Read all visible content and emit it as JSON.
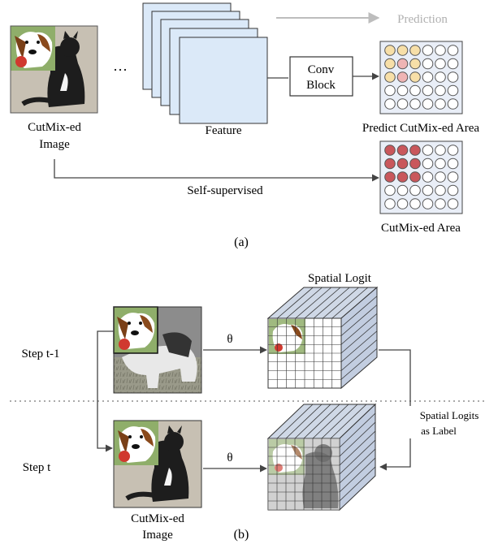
{
  "part_a": {
    "input_label_line1": "CutMix-ed",
    "input_label_line2": "Image",
    "ellipsis": "···",
    "feature_label": "Feature",
    "conv_block_line1": "Conv",
    "conv_block_line2": "Block",
    "prediction_label": "Prediction",
    "predict_area_label": "Predict CutMix-ed Area",
    "self_supervised_label": "Self-supervised",
    "cutmix_area_label": "CutMix-ed Area",
    "caption": "(a)",
    "predict_grid": [
      [
        "light",
        "light",
        "light",
        "empty",
        "empty",
        "empty"
      ],
      [
        "light",
        "pink",
        "light",
        "empty",
        "empty",
        "empty"
      ],
      [
        "light",
        "pink",
        "light",
        "empty",
        "empty",
        "empty"
      ],
      [
        "empty",
        "empty",
        "empty",
        "empty",
        "empty",
        "empty"
      ],
      [
        "empty",
        "empty",
        "empty",
        "empty",
        "empty",
        "empty"
      ]
    ],
    "target_grid": [
      [
        "red",
        "red",
        "red",
        "empty",
        "empty",
        "empty"
      ],
      [
        "red",
        "red",
        "red",
        "empty",
        "empty",
        "empty"
      ],
      [
        "red",
        "red",
        "red",
        "empty",
        "empty",
        "empty"
      ],
      [
        "empty",
        "empty",
        "empty",
        "empty",
        "empty",
        "empty"
      ],
      [
        "empty",
        "empty",
        "empty",
        "empty",
        "empty",
        "empty"
      ]
    ]
  },
  "part_b": {
    "spatial_logit_label": "Spatial Logit",
    "step_prev_label": "Step t-1",
    "step_cur_label": "Step t",
    "theta_top": "θ",
    "theta_bottom": "θ",
    "spatial_logits_line1": "Spatial Logits",
    "spatial_logits_line2": "as Label",
    "input_label_line1": "CutMix-ed",
    "input_label_line2": "Image",
    "caption": "(b)"
  },
  "colors": {
    "feature_fill": "#dbe9f8",
    "grid_bg": "#e9eef7",
    "cell_light": "#f7dfa8",
    "cell_pink": "#efb4b4",
    "cell_red": "#c9575c",
    "cube_face": "#cfd8e6",
    "prediction_gray": "#b0b0b0"
  }
}
